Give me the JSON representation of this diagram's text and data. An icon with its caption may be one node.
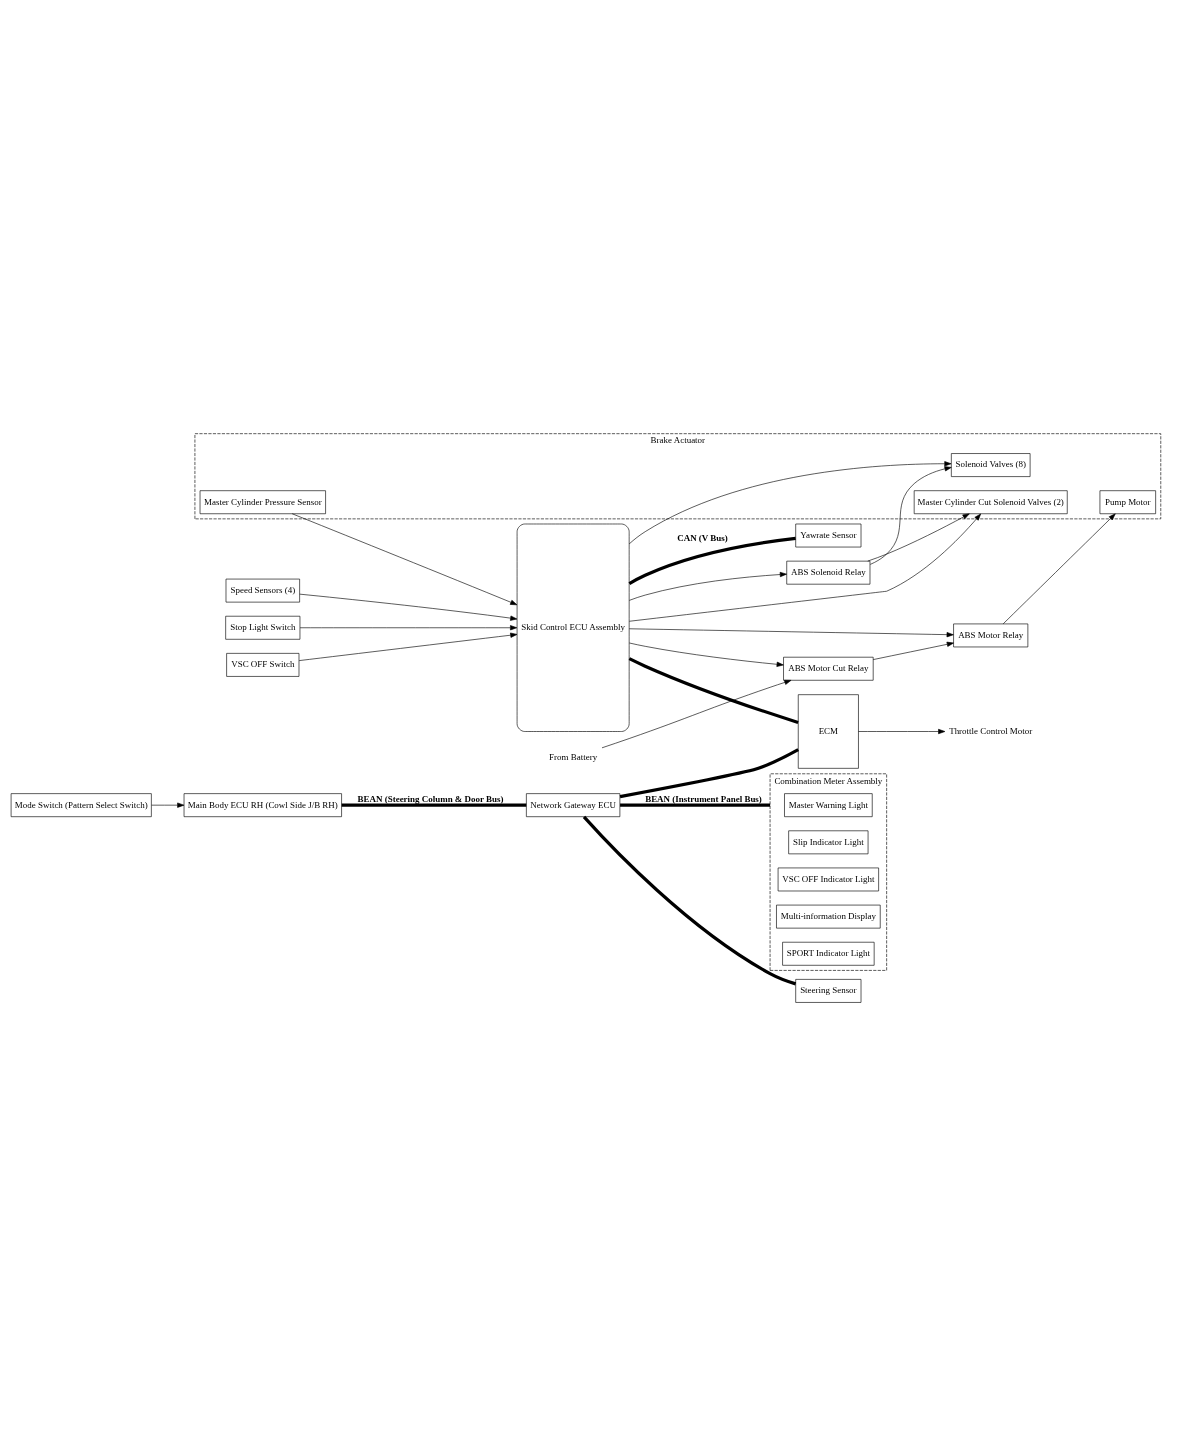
{
  "diagram": {
    "nodes": [
      {
        "text": [
          "Speed Sensors (4)"
        ]
      },
      {
        "text": [
          "VSC OFF Switch"
        ]
      },
      {
        "text": [
          "Stop Light Switch"
        ]
      },
      {
        "text": [
          "Mode Switch (Pattern Select Switch)"
        ]
      },
      {
        "text": [
          "Main Body ECU RH (Cowl Side J/B RH)"
        ]
      },
      {
        "text": [
          "Network Gateway ECU"
        ]
      },
      {
        "text": [
          "Combination Meter Assembly"
        ]
      },
      {
        "text": [
          "Master Warning Light"
        ],
        "in": 6
      },
      {
        "text": [
          "Slip Indicator Light"
        ],
        "in": 6
      },
      {
        "text": [
          "VSC OFF Indicator Light"
        ],
        "in": 6
      },
      {
        "text": [
          "Multi-information Display"
        ],
        "in": 6
      },
      {
        "text": [
          "SPORT Indicator Light"
        ],
        "in": 6
      },
      {
        "text": [
          "Skid Control ECU Assembly"
        ]
      },
      {
        "text": [
          "Brake Actuator"
        ]
      },
      {
        "text": [
          "Master Cylinder Cut Solenoid Valves (2)"
        ],
        "in": 13
      },
      {
        "text": [
          "ABS Solenoid Relay"
        ]
      },
      {
        "text": [
          "Solenoid Valves (8)"
        ],
        "in": 13
      },
      {
        "text": [
          "Master Cylinder Pressure Sensor"
        ],
        "in": 13
      },
      {
        "text": [
          "Pump Motor"
        ],
        "in": 13
      },
      {
        "text": [
          "ABS Motor Relay"
        ]
      },
      {
        "text": [
          "ABS Motor Cut Relay"
        ]
      },
      {
        "text": [
          "From Battery"
        ]
      },
      {
        "text": [
          "Yawrate Sensor"
        ]
      },
      {
        "text": [
          "Steering Sensor"
        ]
      },
      {
        "text": [
          "ECM"
        ]
      },
      {
        "text": [
          "Throttle Control Motor"
        ]
      }
    ],
    "edges": [
      {
        "from": 0,
        "to": 12,
        "arrow": "to"
      },
      {
        "from": 1,
        "to": 12,
        "arrow": "to"
      },
      {
        "from": 2,
        "to": 12,
        "arrow": "to"
      },
      {
        "from": 3,
        "to": 4,
        "arrow": "to"
      },
      {
        "from": 4,
        "to": 5,
        "arrow": "none",
        "style": "thick",
        "label": "BEAN (Steering Column & Door Bus)"
      },
      {
        "from": 5,
        "to": 6,
        "arrow": "none",
        "style": "thick",
        "label": "BEAN (Instrument Panel Bus)"
      },
      {
        "from": 12,
        "to": 14,
        "arrow": "to"
      },
      {
        "from": 12,
        "to": 15,
        "arrow": "to"
      },
      {
        "from": 15,
        "to": 14,
        "arrow": "to"
      },
      {
        "from": 15,
        "to": 16,
        "arrow": "to"
      },
      {
        "from": 12,
        "to": 16,
        "arrow": "to"
      },
      {
        "from": 17,
        "to": 12,
        "arrow": "to"
      },
      {
        "from": 12,
        "to": 19,
        "arrow": "to"
      },
      {
        "from": 12,
        "to": 20,
        "arrow": "to"
      },
      {
        "from": 19,
        "to": 18,
        "arrow": "to"
      },
      {
        "from": 20,
        "to": 19,
        "arrow": "to"
      },
      {
        "from": 21,
        "to": 20,
        "arrow": "to"
      },
      {
        "from": 12,
        "to": 22,
        "arrow": "none",
        "style": "thick",
        "label": "CAN (V Bus)"
      },
      {
        "from": 12,
        "to": 24,
        "arrow": "none",
        "style": "thick"
      },
      {
        "from": 5,
        "to": 23,
        "arrow": "none",
        "style": "thick"
      },
      {
        "from": 5,
        "to": 24,
        "arrow": "none",
        "style": "thick"
      },
      {
        "from": 24,
        "to": 25,
        "arrow": "to"
      }
    ]
  }
}
